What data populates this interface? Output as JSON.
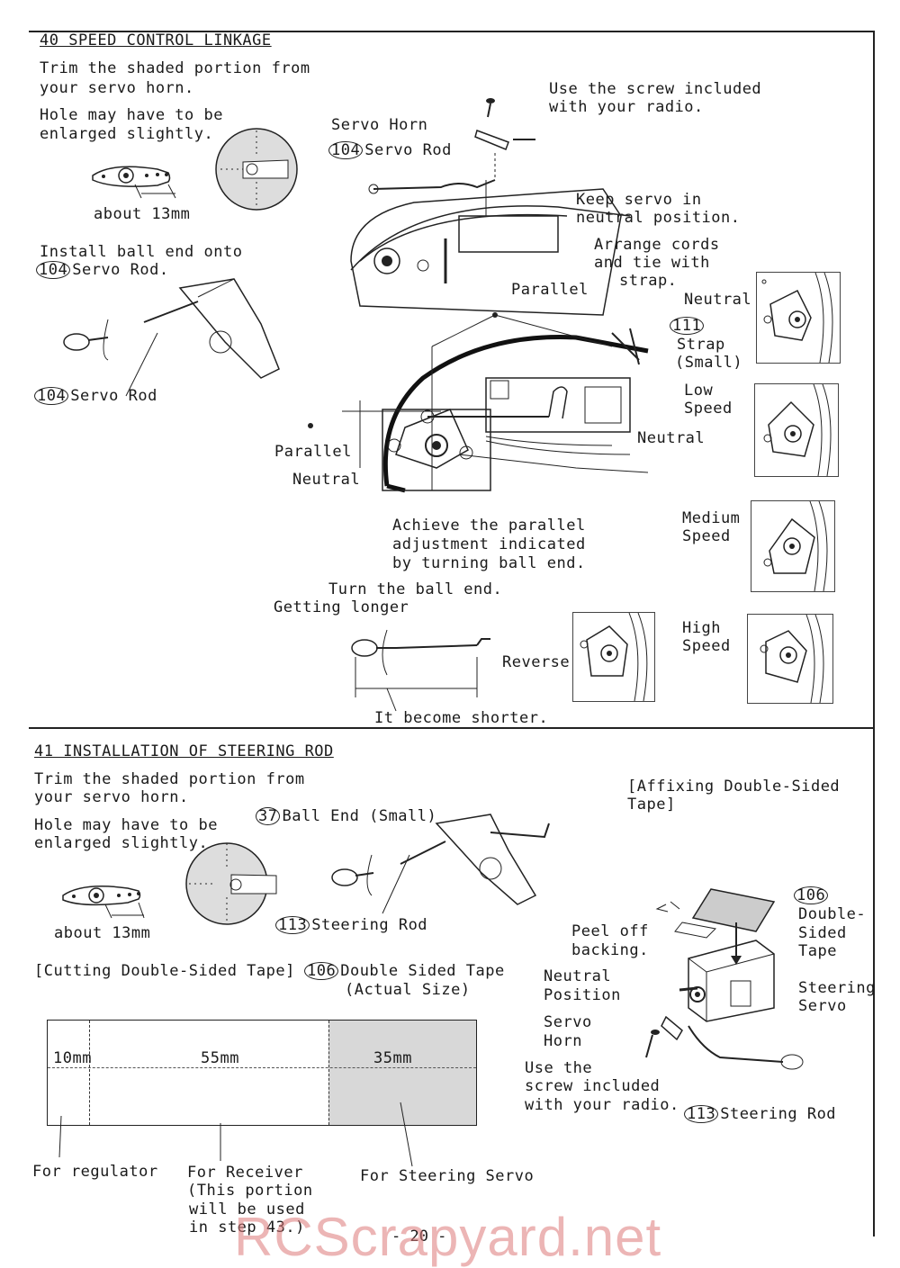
{
  "s40": {
    "title": "40 SPEED CONTROL LINKAGE",
    "trim1": "Trim the shaded portion from",
    "trim2": "your servo horn.",
    "hole1": "Hole may have to be",
    "hole2": "enlarged slightly.",
    "about": "about 13mm",
    "install1": "Install ball end onto",
    "install2_num": "104",
    "install2": "Servo Rod.",
    "rod_num": "104",
    "rod": "Servo Rod",
    "screw1": "Use the screw included",
    "screw2": "with your radio.",
    "servo_horn": "Servo Horn",
    "servo_rod_num": "104",
    "servo_rod": "Servo Rod",
    "keep1": "Keep servo in",
    "keep2": "neutral position.",
    "arrange1": "Arrange cords",
    "arrange2": "and tie with",
    "arrange3": "strap.",
    "parallel_top": "Parallel",
    "strap_num": "111",
    "strap1": "Strap",
    "strap2": "(Small)",
    "neutral_r": "Neutral",
    "parallel_l": "Parallel",
    "neutral_l": "Neutral",
    "achieve1": "Achieve the parallel",
    "achieve2": "adjustment indicated",
    "achieve3": "by turning ball end.",
    "turn1": "Turn the ball end.",
    "turn2": "Getting longer",
    "shorter": "It become shorter.",
    "reverse": "Reverse",
    "p_neutral": "Neutral",
    "p_low1": "Low",
    "p_low2": "Speed",
    "p_med1": "Medium",
    "p_med2": "Speed",
    "p_high1": "High",
    "p_high2": "Speed"
  },
  "s41": {
    "title": "41 INSTALLATION OF STEERING ROD",
    "trim1": "Trim the shaded portion from",
    "trim2": "your servo horn.",
    "hole1": "Hole may have to be",
    "hole2": "enlarged slightly.",
    "about": "about 13mm",
    "ball_num": "37",
    "ball": "Ball End (Small)",
    "steer_rod_num": "113",
    "steer_rod": "Steering Rod",
    "cutting": "[Cutting Double-Sided Tape]",
    "tape_num": "106",
    "tape1": "Double Sided Tape",
    "tape2": "(Actual Size)",
    "seg1": "10mm",
    "seg2": "55mm",
    "seg3": "35mm",
    "regulator": "For regulator",
    "receiver1": "For Receiver",
    "receiver2": "(This portion",
    "receiver3": "will be used",
    "receiver4": "in step 43.)",
    "steering_servo_lbl": "For Steering Servo",
    "affix1": "[Affixing Double-Sided",
    "affix2": "Tape]",
    "peel1": "Peel off",
    "peel2": "backing.",
    "dst_num": "106",
    "dst1": "Double-",
    "dst2": "Sided",
    "dst3": "Tape",
    "np1": "Neutral",
    "np2": "Position",
    "ss1": "Steering",
    "ss2": "Servo",
    "sh1": "Servo",
    "sh2": "Horn",
    "use1": "Use the",
    "use2": "screw included",
    "use3": "with your radio.",
    "rod_num": "113",
    "rod": "Steering Rod"
  },
  "page_number": "- 20 -",
  "watermark": "RCScrapyard.net"
}
